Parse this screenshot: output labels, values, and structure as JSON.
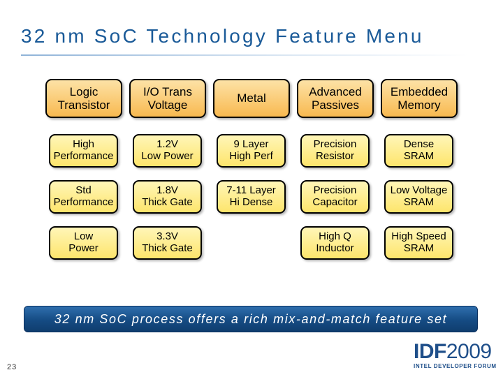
{
  "slide": {
    "title": "32 nm SoC Technology Feature Menu",
    "banner": "32 nm SoC process offers a rich mix-and-match feature set",
    "page_number": "23",
    "logo": {
      "main": "IDF",
      "year": "2009",
      "sub": "INTEL DEVELOPER FORUM"
    }
  },
  "columns": [
    {
      "header": "Logic\nTransistor",
      "items": [
        "High\nPerformance",
        "Std\nPerformance",
        "Low\nPower"
      ]
    },
    {
      "header": "I/O Trans\nVoltage",
      "items": [
        "1.2V\nLow Power",
        "1.8V\nThick Gate",
        "3.3V\nThick Gate"
      ]
    },
    {
      "header": "Metal",
      "items": [
        "9 Layer\nHigh Perf",
        "7-11 Layer\nHi Dense"
      ]
    },
    {
      "header": "Advanced\nPassives",
      "items": [
        "Precision\nResistor",
        "Precision\nCapacitor",
        "High Q\nInductor"
      ]
    },
    {
      "header": "Embedded\nMemory",
      "items": [
        "Dense\nSRAM",
        "Low Voltage\nSRAM",
        "High Speed\nSRAM"
      ]
    }
  ],
  "colors": {
    "title": "#1a5a98",
    "header_fill": "#f8b950",
    "cell_fill": "#fde56c",
    "banner_fill": "#154b83"
  }
}
